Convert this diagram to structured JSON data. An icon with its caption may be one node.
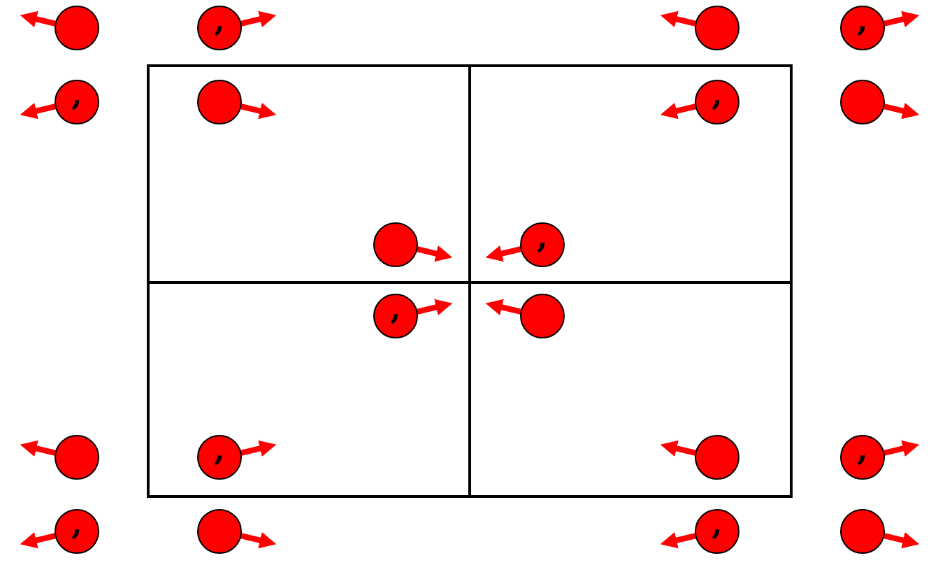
{
  "diagram": {
    "nodes": [
      {
        "text": [],
        "shape": "box"
      },
      {
        "text": [],
        "shape": "box"
      },
      {
        "text": [],
        "shape": "box"
      },
      {
        "text": [],
        "shape": "box"
      },
      {
        "text": [],
        "shape": "circle"
      },
      {
        "text": [
          ","
        ]
      },
      {
        "text": [],
        "shape": "circle"
      },
      {
        "text": [
          ","
        ]
      },
      {
        "text": [
          ","
        ]
      },
      {
        "text": [],
        "shape": "circle",
        "in": 0
      },
      {
        "text": [
          ","
        ],
        "in": 1
      },
      {
        "text": [],
        "shape": "circle"
      },
      {
        "text": [],
        "shape": "circle",
        "in": 0
      },
      {
        "text": [
          ","
        ],
        "in": 1
      },
      {
        "text": [
          ","
        ],
        "in": 2
      },
      {
        "text": [],
        "shape": "circle",
        "in": 3
      },
      {
        "text": [],
        "shape": "circle"
      },
      {
        "text": [
          ","
        ],
        "in": 2
      },
      {
        "text": [],
        "shape": "circle",
        "in": 3
      },
      {
        "text": [
          ","
        ]
      },
      {
        "text": [
          ","
        ]
      },
      {
        "text": [],
        "shape": "circle"
      },
      {
        "text": [
          ","
        ]
      },
      {
        "text": [],
        "shape": "circle"
      }
    ]
  }
}
